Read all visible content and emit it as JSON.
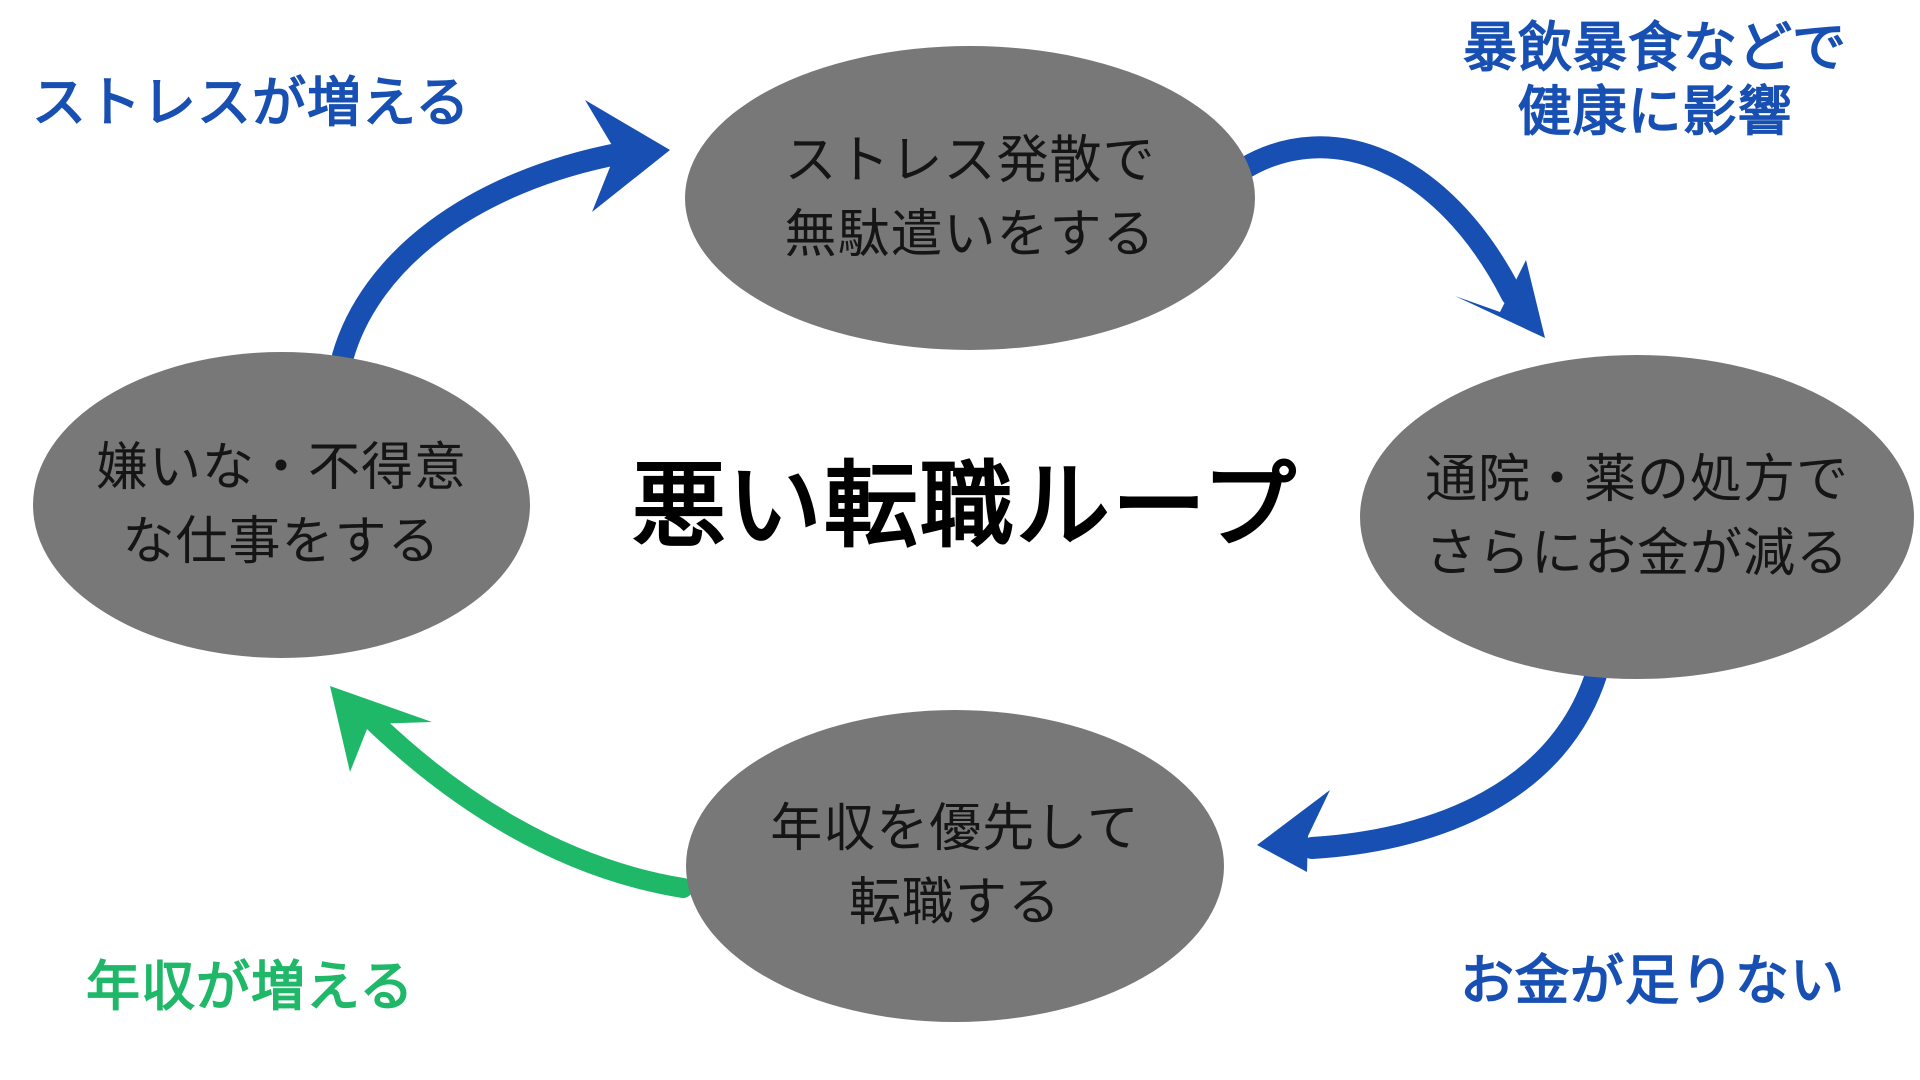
{
  "title": {
    "text": "悪い転職ループ"
  },
  "nodes": [
    {
      "name": "stress-spending",
      "lines": [
        "ストレス発散で",
        "無駄遣いをする"
      ]
    },
    {
      "name": "hospital-money",
      "lines": [
        "通院・薬の処方で",
        "さらにお金が減る"
      ]
    },
    {
      "name": "salary-job-change",
      "lines": [
        "年収を優先して",
        "転職する"
      ]
    },
    {
      "name": "disliked-work",
      "lines": [
        "嫌いな・不得意",
        "な仕事をする"
      ]
    }
  ],
  "labels": {
    "top_left": "ストレスが増える",
    "top_right_line1": "暴飲暴食などで",
    "top_right_line2": "健康に影響",
    "bottom_right": "お金が足りない",
    "bottom_left": "年収が増える"
  },
  "colors": {
    "blue": "#1750b2",
    "green": "#1fb768",
    "gray": "#787878",
    "ink": "#151515",
    "title": "#000000",
    "bg": "#ffffff"
  }
}
